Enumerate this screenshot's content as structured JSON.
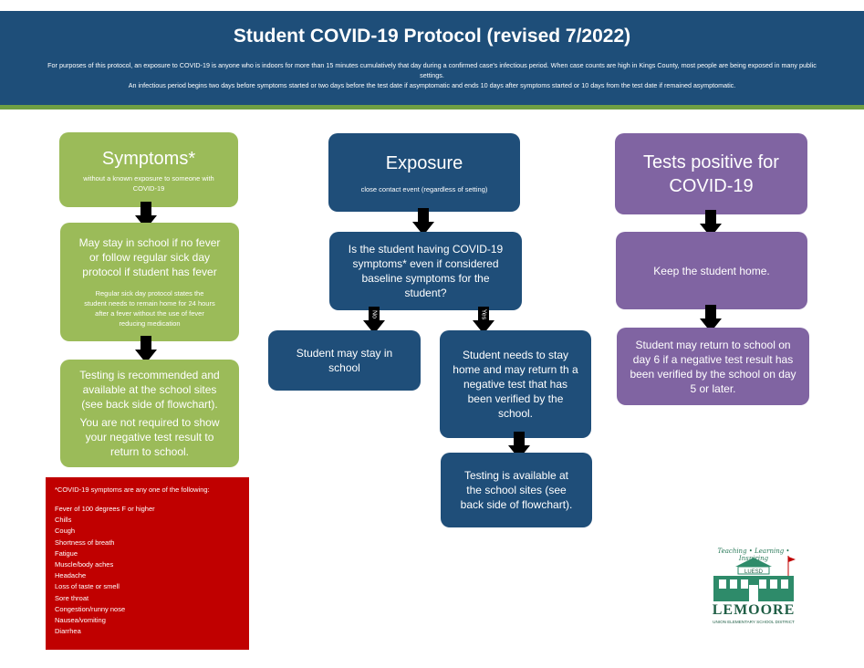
{
  "header": {
    "title": "Student COVID-19 Protocol (revised 7/2022)",
    "intro_line1": "For purposes of this protocol, an exposure to COVID-19 is anyone who is indoors for more than 15 minutes cumulatively that day during a confirmed case's infectious period.  When case counts are high in Kings County, most people are being exposed in many public settings.",
    "intro_line2": "An infectious period begins two days before symptoms started or two days before the test date if asymptomatic and ends 10 days after symptoms started or 10 days from the test date if remained asymptomatic."
  },
  "symptoms": {
    "title": "Symptoms*",
    "subtitle": "without a known exposure to someone with COVID-19",
    "step1_main": "May stay in school if no fever or follow regular sick day protocol if student has fever",
    "step1_note": "Regular sick day protocol states the student needs to remain home for 24 hours after a fever without the use of fever reducing medication",
    "step2_main": "Testing is recommended and available at the school sites (see back side of flowchart).",
    "step2_note": "You are not required to show your negative test result to return to school."
  },
  "exposure": {
    "title": "Exposure",
    "subtitle": "close contact event (regardless of setting)",
    "question": "Is the student having COVID-19 symptoms* even if considered baseline symptoms for the student?",
    "no_label": "No",
    "yes_label": "Yes",
    "no_result": "Student may stay in school",
    "yes_result": "Student needs to stay home and may return th a negative test that has been verified by the school.",
    "testing": "Testing is available at the school sites (see back side of flowchart)."
  },
  "positive": {
    "title": "Tests positive for COVID-19",
    "step1": "Keep the student home.",
    "step2": "Student may return to school on day 6 if a negative test result has been verified by the school on day 5 or later."
  },
  "symptom_list": {
    "title": "*COVID-19 symptoms are any one of the following:",
    "items": [
      "Fever of 100 degrees F or higher",
      "Chills",
      "Cough",
      "Shortness of breath",
      "Fatigue",
      "Muscle/body aches",
      "Headache",
      "Loss of taste or smell",
      "Sore throat",
      "Congestion/runny nose",
      "Nausea/vomiting",
      "Diarrhea"
    ]
  },
  "logo": {
    "tagline": "Teaching • Learning • Inspiring",
    "name": "LEMOORE",
    "subname": "UNION ELEMENTARY SCHOOL DISTRICT",
    "building_label": "LUESD"
  },
  "colors": {
    "header_blue": "#1e4e79",
    "green": "#9bbb59",
    "blue": "#1f4e79",
    "purple": "#8064a2",
    "red": "#c00000"
  }
}
